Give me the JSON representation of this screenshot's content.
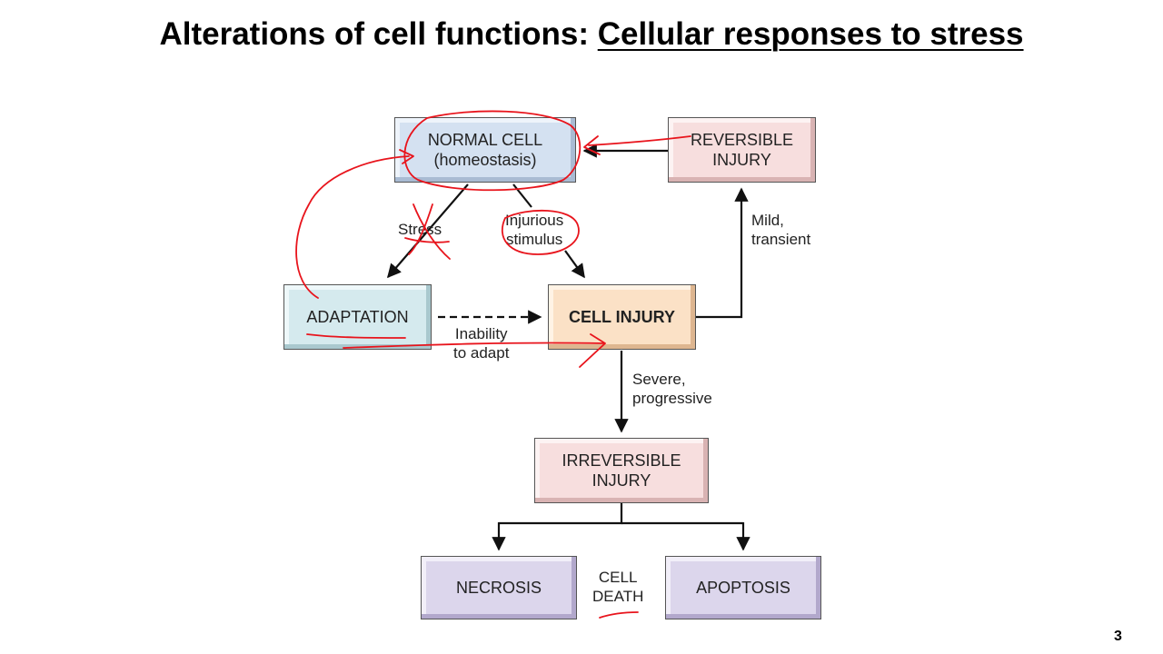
{
  "title": {
    "prefix": "Alterations of cell functions: ",
    "underlined": "Cellular responses to stress"
  },
  "slide_number": "3",
  "nodes": {
    "normal_cell": {
      "line1": "NORMAL CELL",
      "line2": "(homeostasis)"
    },
    "reversible_injury": {
      "line1": "REVERSIBLE",
      "line2": "INJURY"
    },
    "adaptation": {
      "label": "ADAPTATION"
    },
    "cell_injury": {
      "label": "CELL INJURY"
    },
    "irreversible_injury": {
      "line1": "IRREVERSIBLE",
      "line2": "INJURY"
    },
    "necrosis": {
      "label": "NECROSIS"
    },
    "apoptosis": {
      "label": "APOPTOSIS"
    }
  },
  "edge_labels": {
    "stress": "Stress",
    "injurious_1": "Injurious",
    "injurious_2": "stimulus",
    "mild_1": "Mild,",
    "mild_2": "transient",
    "inability_1": "Inability",
    "inability_2": "to adapt",
    "severe_1": "Severe,",
    "severe_2": "progressive",
    "cell_death_1": "CELL",
    "cell_death_2": "DEATH"
  },
  "colors": {
    "annotation_ink": "#e8141c",
    "arrow": "#111111"
  }
}
